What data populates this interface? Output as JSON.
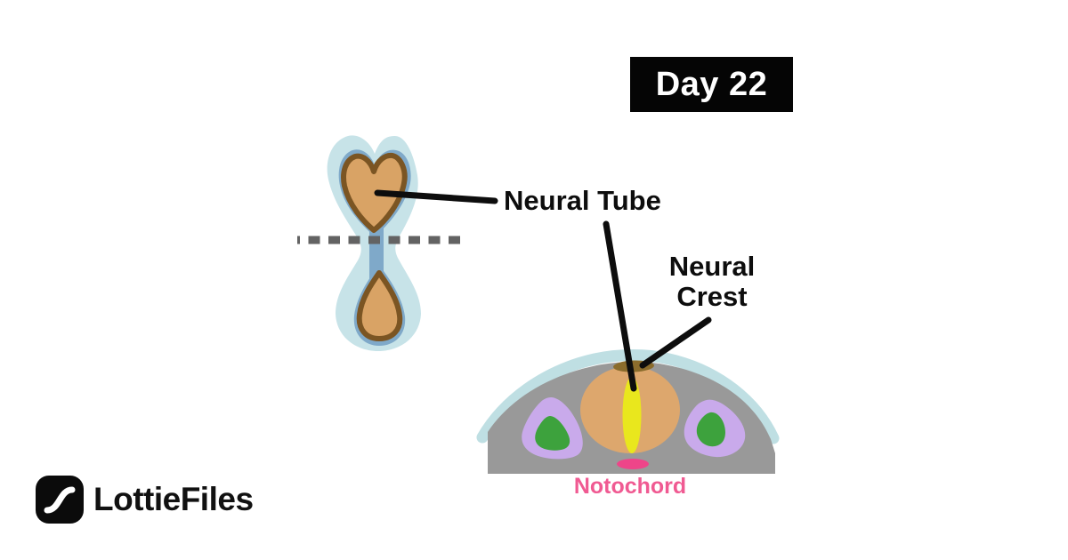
{
  "badge": {
    "label": "Day 22"
  },
  "labels": {
    "neural_tube": "Neural Tube",
    "neural_crest": "Neural Crest",
    "notochord": "Notochord"
  },
  "logo": {
    "text": "LottieFiles"
  },
  "diagram": {
    "left_figure": "dorsal view of neural tube closing (heart-shaped anterior neuropore, posterior neuropore, section plane dashed line)",
    "right_figure": "transverse cross-section through embryo showing neural tube, neural crest, somites and notochord"
  },
  "colors": {
    "badge_bg": "#050505",
    "badge_text": "#ffffff",
    "pale_blue_ectoderm": "#c7e3e8",
    "medium_blue_fold": "#7fa9c9",
    "tan_neural_plate": "#d9a365",
    "outline_brown": "#7b5523",
    "section_gray": "#999999",
    "neural_tube_tan": "#dda76d",
    "lumen_yellow": "#e9e71d",
    "neural_crest_brown": "#8b6c2c",
    "somite_purple": "#c9aaeb",
    "somite_green": "#3da23d",
    "notochord_pink": "#ee4589",
    "notochord_label_pink": "#f05a92",
    "dashed_line_gray": "#636363",
    "pointer_black": "#0d0d0d"
  }
}
